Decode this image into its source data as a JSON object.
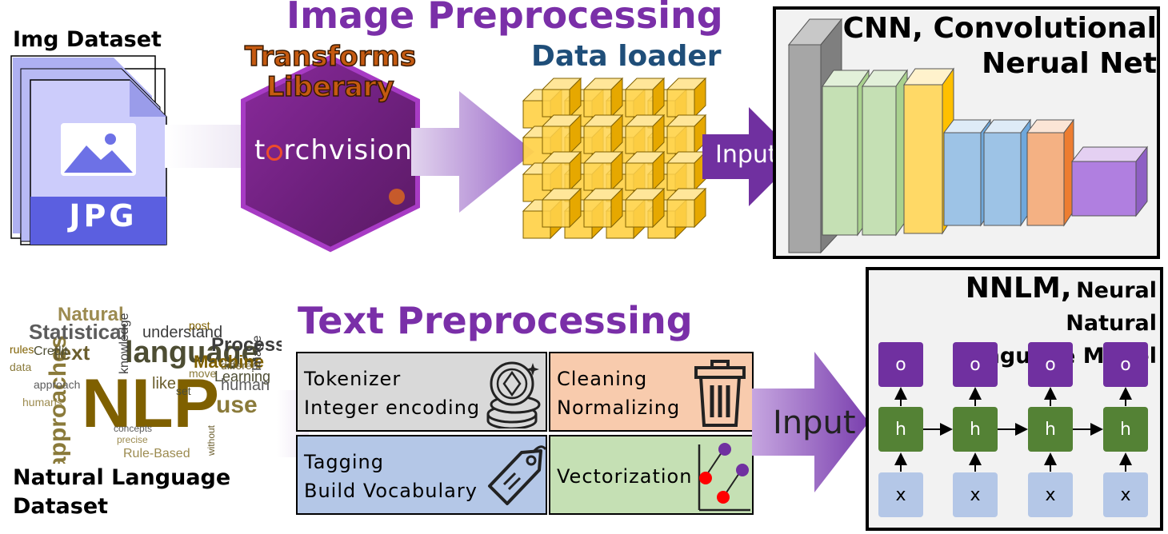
{
  "image_section": {
    "title": "Image Preprocessing",
    "dataset_label": "Img Dataset",
    "file_type": "JPG",
    "transforms_label_line1": "Transforms",
    "transforms_label_line2": "Liberary",
    "torchvision_label_pre": "t",
    "torchvision_label_post": "rchvision",
    "dataloader_label": "Data loader",
    "input_label": "Input"
  },
  "cnn": {
    "title_line1": "CNN, Convolutional",
    "title_line2": "Nerual Net"
  },
  "text_section": {
    "title": "Text Preprocessing",
    "dataset_label_line1": "Natural Language",
    "dataset_label_line2": "Dataset",
    "input_label": "Input",
    "boxes": [
      {
        "line1": "Tokenizer",
        "line2": "Integer encoding",
        "color": "#d9d9d9",
        "icon": "coins-icon"
      },
      {
        "line1": "Cleaning",
        "line2": "Normalizing",
        "color": "#f8cbad",
        "icon": "trash-icon"
      },
      {
        "line1": "Tagging",
        "line2": "Build Vocabulary",
        "color": "#b4c7e7",
        "icon": "tag-icon"
      },
      {
        "line1": "Vectorization",
        "line2": "",
        "color": "#c5e0b4",
        "icon": "vector-plot-icon"
      }
    ]
  },
  "nnlm": {
    "title_big": "NNLM,",
    "title_small_line1": "Neural Natural",
    "title_small_line2": "Language Model",
    "output_label": "o",
    "hidden_label": "h",
    "input_label": "x"
  },
  "wordcloud": {
    "words": [
      "NLP",
      "language",
      "approaches",
      "Statistical",
      "Natural",
      "text",
      "Processing",
      "Machine",
      "Learning",
      "use",
      "human",
      "Rule-Based",
      "like",
      "understand",
      "rules",
      "Credit",
      "data",
      "approach",
      "humans",
      "different",
      "knowledge",
      "post",
      "set",
      "move",
      "concepts",
      "precise",
      "without",
      "Image"
    ]
  }
}
